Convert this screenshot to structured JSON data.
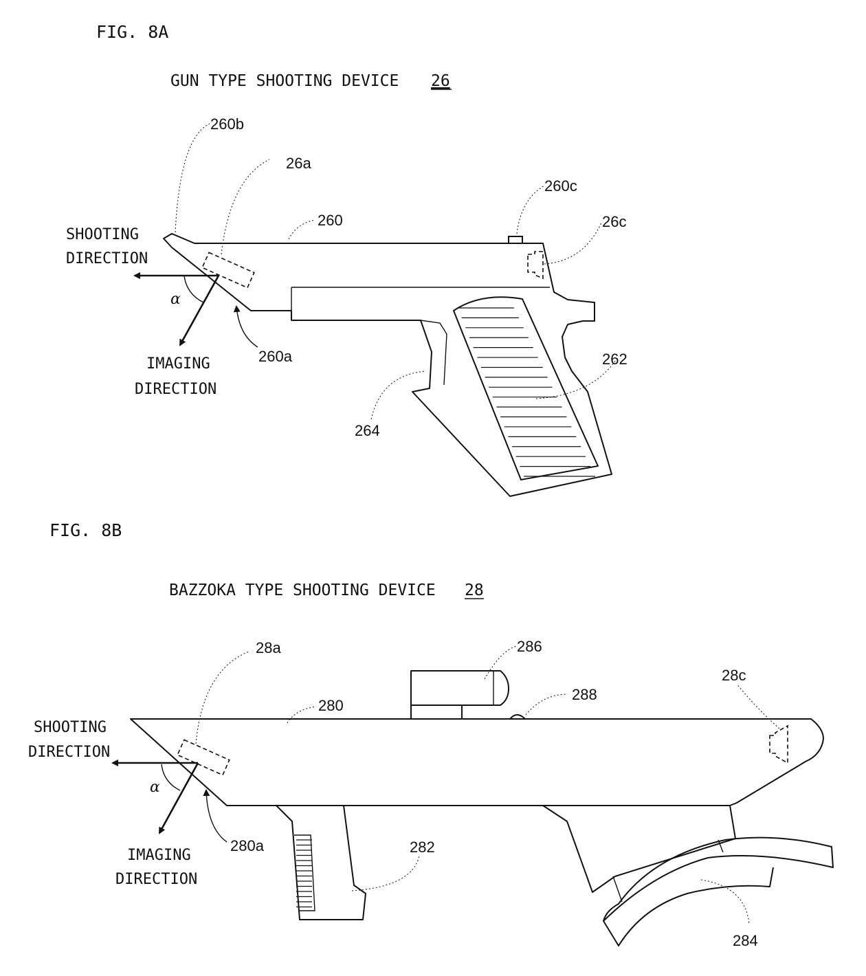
{
  "fig_a": {
    "fig_label": "FIG. 8A",
    "caption": "GUN TYPE SHOOTING DEVICE",
    "caption_ref": "26",
    "shooting_label": [
      "SHOOTING",
      "DIRECTION"
    ],
    "imaging_label": [
      "IMAGING",
      "DIRECTION"
    ],
    "alpha": "α",
    "refs": {
      "r260b": "260b",
      "r26a": "26a",
      "r260c": "260c",
      "r26c": "26c",
      "r260": "260",
      "r260a": "260a",
      "r262": "262",
      "r264": "264"
    }
  },
  "fig_b": {
    "fig_label": "FIG. 8B",
    "caption": "BAZZOKA TYPE SHOOTING DEVICE",
    "caption_ref": "28",
    "shooting_label": [
      "SHOOTING",
      "DIRECTION"
    ],
    "imaging_label": [
      "IMAGING",
      "DIRECTION"
    ],
    "alpha": "α",
    "refs": {
      "r28a": "28a",
      "r286": "286",
      "r28c": "28c",
      "r288": "288",
      "r280": "280",
      "r280a": "280a",
      "r282": "282",
      "r284": "284"
    }
  }
}
